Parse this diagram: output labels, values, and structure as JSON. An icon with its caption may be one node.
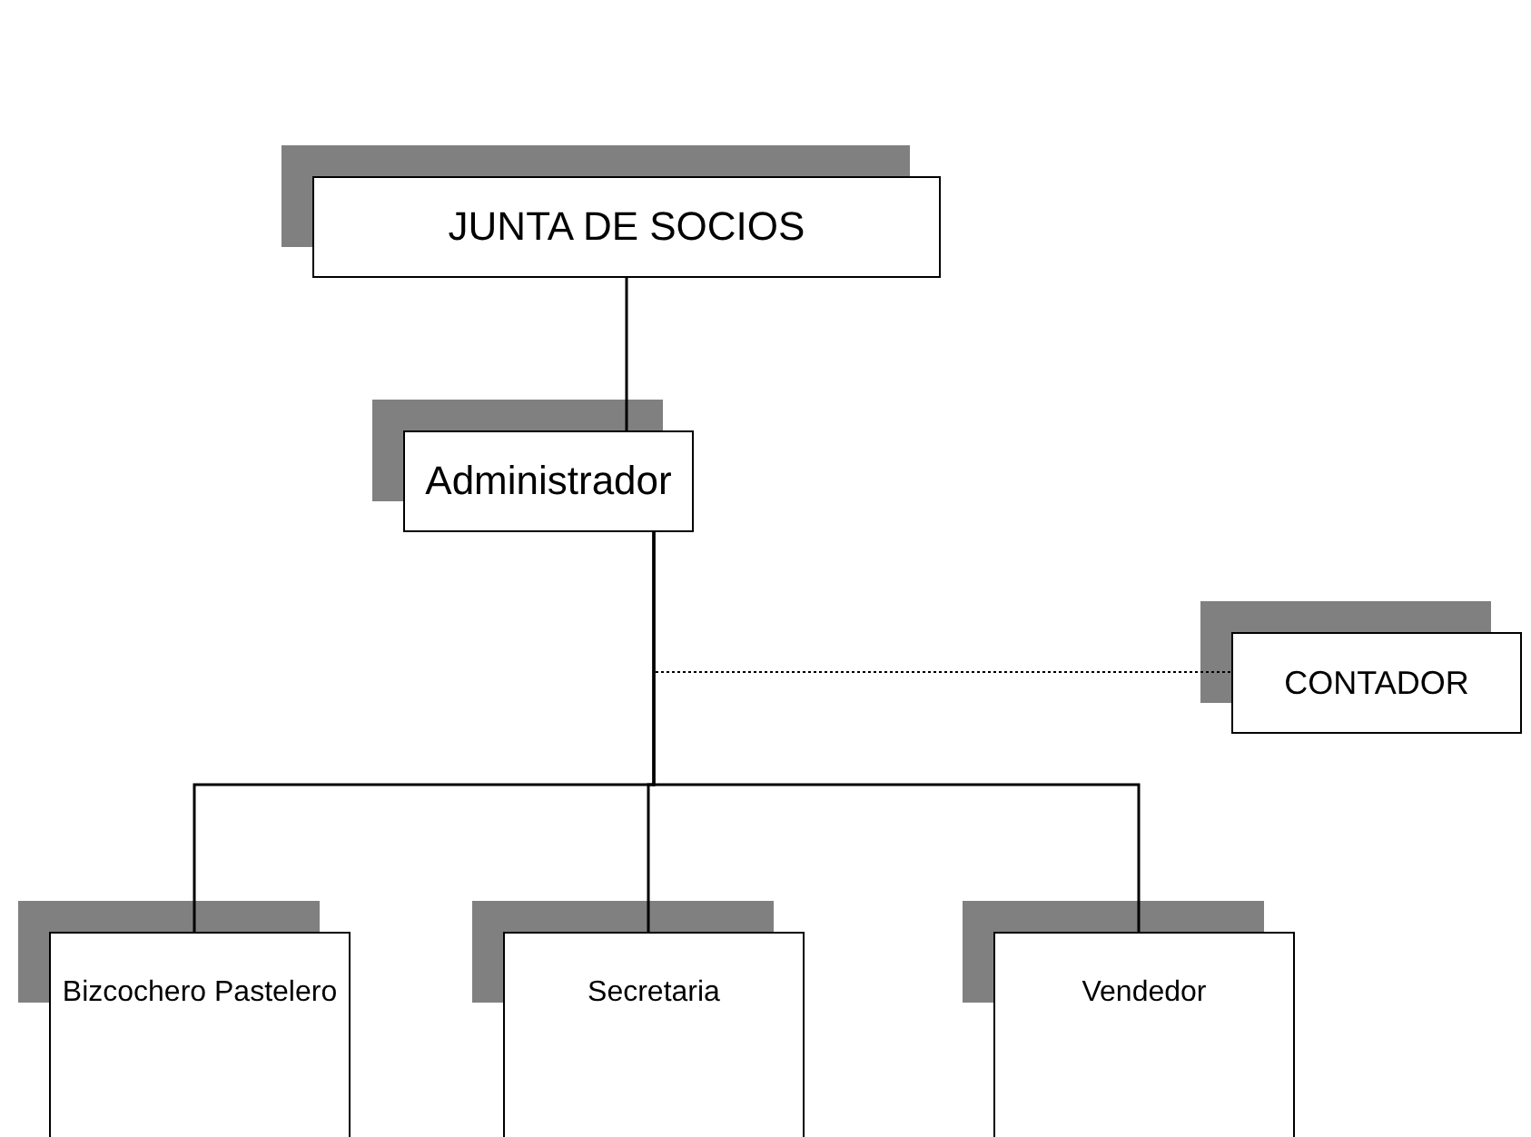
{
  "diagram": {
    "nodes": [
      {
        "text": [
          "JUNTA DE SOCIOS"
        ]
      },
      {
        "text": [
          "Administrador"
        ]
      },
      {
        "text": [
          "CONTADOR"
        ]
      },
      {
        "text": [
          "Bizcochero Pastelero"
        ]
      },
      {
        "text": [
          "Secretaria"
        ]
      },
      {
        "text": [
          "Vendedor"
        ]
      }
    ],
    "edges": [
      {
        "from": 0,
        "to": 1,
        "arrow": "none"
      },
      {
        "from": 1,
        "to": 2,
        "arrow": "none",
        "style": "dashed"
      },
      {
        "from": 1,
        "to": 3,
        "arrow": "none"
      },
      {
        "from": 1,
        "to": 4,
        "arrow": "none"
      },
      {
        "from": 1,
        "to": 5,
        "arrow": "none"
      }
    ]
  }
}
